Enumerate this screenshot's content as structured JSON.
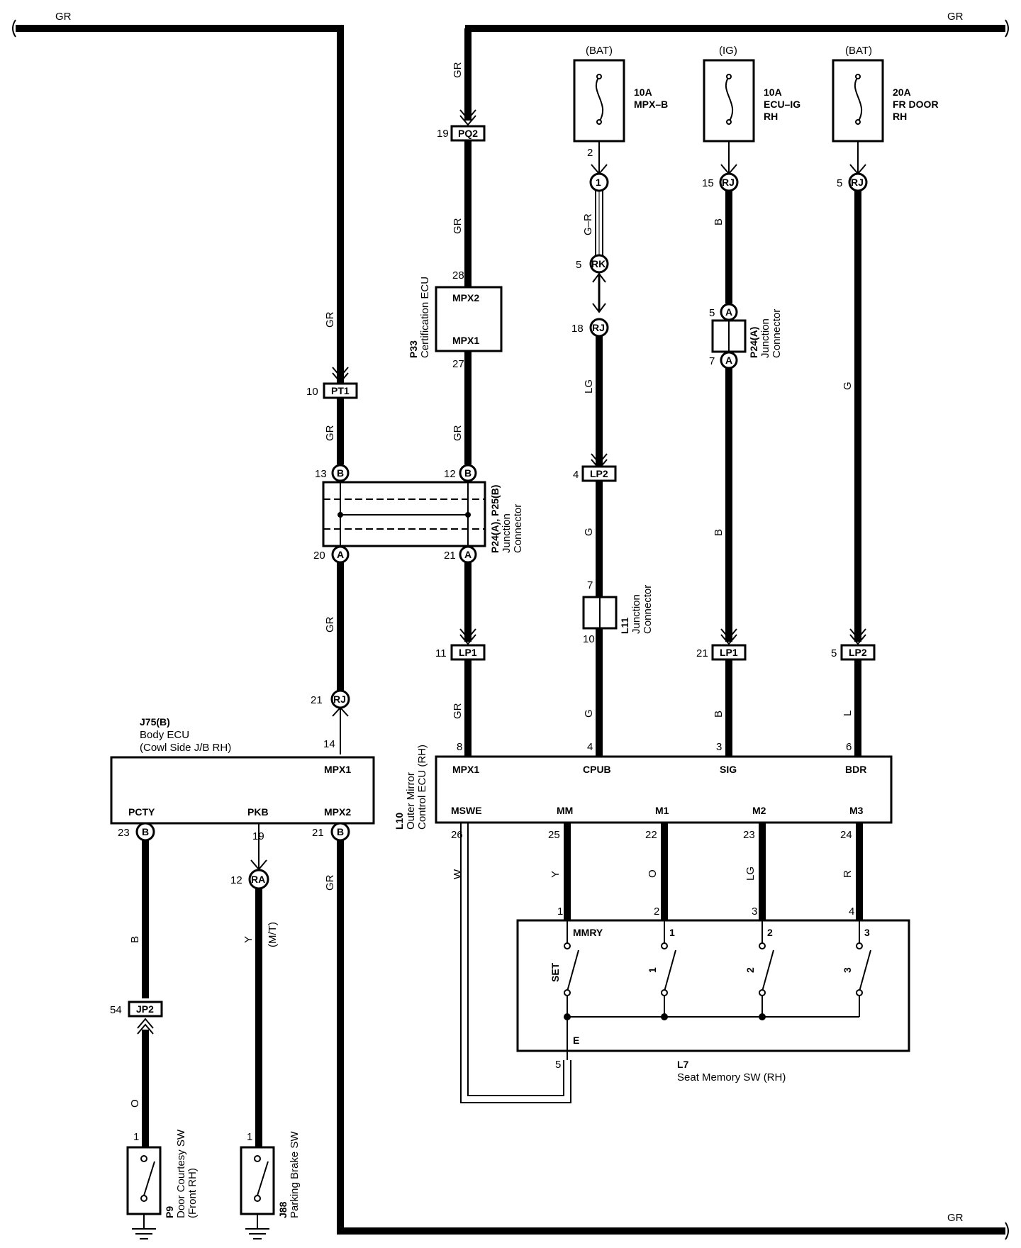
{
  "wire_colors": {
    "gr": "GR",
    "b": "B",
    "g": "G",
    "lg": "LG",
    "l": "L",
    "y": "Y",
    "o": "O",
    "r": "R",
    "w": "W",
    "gr_dash": "G–R",
    "mt": "(M/T)"
  },
  "fuses": [
    {
      "supply": "(BAT)",
      "line1": "10A",
      "line2": "MPX–B",
      "line3": "",
      "pin": "2"
    },
    {
      "supply": "(IG)",
      "line1": "10A",
      "line2": "ECU–IG",
      "line3": "RH",
      "pin": ""
    },
    {
      "supply": "(BAT)",
      "line1": "20A",
      "line2": "FR DOOR",
      "line3": "RH",
      "pin": ""
    }
  ],
  "connectors": {
    "pq2": "PQ2",
    "pt1": "PT1",
    "lp1": "LP1",
    "lp2": "LP2",
    "rj": "RJ",
    "rk": "RK",
    "jp2": "JP2",
    "ra": "RA",
    "one": "1",
    "a": "A",
    "b": "B"
  },
  "pins": {
    "p19": "19",
    "p28": "28",
    "p27": "27",
    "p10": "10",
    "p13": "13",
    "p12": "12",
    "p20": "20",
    "p21": "21",
    "p11": "11",
    "p8": "8",
    "p4": "4",
    "p3": "3",
    "p6": "6",
    "p5": "5",
    "p15": "15",
    "p18": "18",
    "p7": "7",
    "p14": "14",
    "p23": "23",
    "p26": "26",
    "p25": "25",
    "p22": "22",
    "p24": "24",
    "p1": "1",
    "p2": "2",
    "p54": "54"
  },
  "components": {
    "p33": {
      "code": "P33",
      "name": "Certification ECU",
      "top": "MPX2",
      "bottom": "MPX1"
    },
    "jc": {
      "code": "P24(A), P25(B)",
      "name1": "Junction",
      "name2": "Connector"
    },
    "p24a": {
      "code": "P24(A)",
      "name1": "Junction",
      "name2": "Connector"
    },
    "l11": {
      "code": "L11",
      "name1": "Junction",
      "name2": "Connector"
    },
    "l10": {
      "code": "L10",
      "name1": "Outer Mirror",
      "name2": "Control ECU (RH)",
      "top": [
        "MPX1",
        "CPUB",
        "SIG",
        "BDR"
      ],
      "bottom": [
        "MSWE",
        "MM",
        "M1",
        "M2",
        "M3"
      ]
    },
    "j75": {
      "code": "J75(B)",
      "name1": "Body ECU",
      "name2": "(Cowl Side J/B RH)",
      "mpx1": "MPX1",
      "pcty": "PCTY",
      "pkb": "PKB",
      "mpx2": "MPX2"
    },
    "l7": {
      "code": "L7",
      "name": "Seat Memory SW (RH)",
      "mmry": "MMRY",
      "set": "SET",
      "e": "E",
      "t1": "1",
      "t2": "2",
      "t3": "3"
    },
    "p9": {
      "code": "P9",
      "name1": "Door Courtesy SW",
      "name2": "(Front RH)"
    },
    "j88": {
      "code": "J88",
      "name1": "Parking Brake SW"
    }
  }
}
